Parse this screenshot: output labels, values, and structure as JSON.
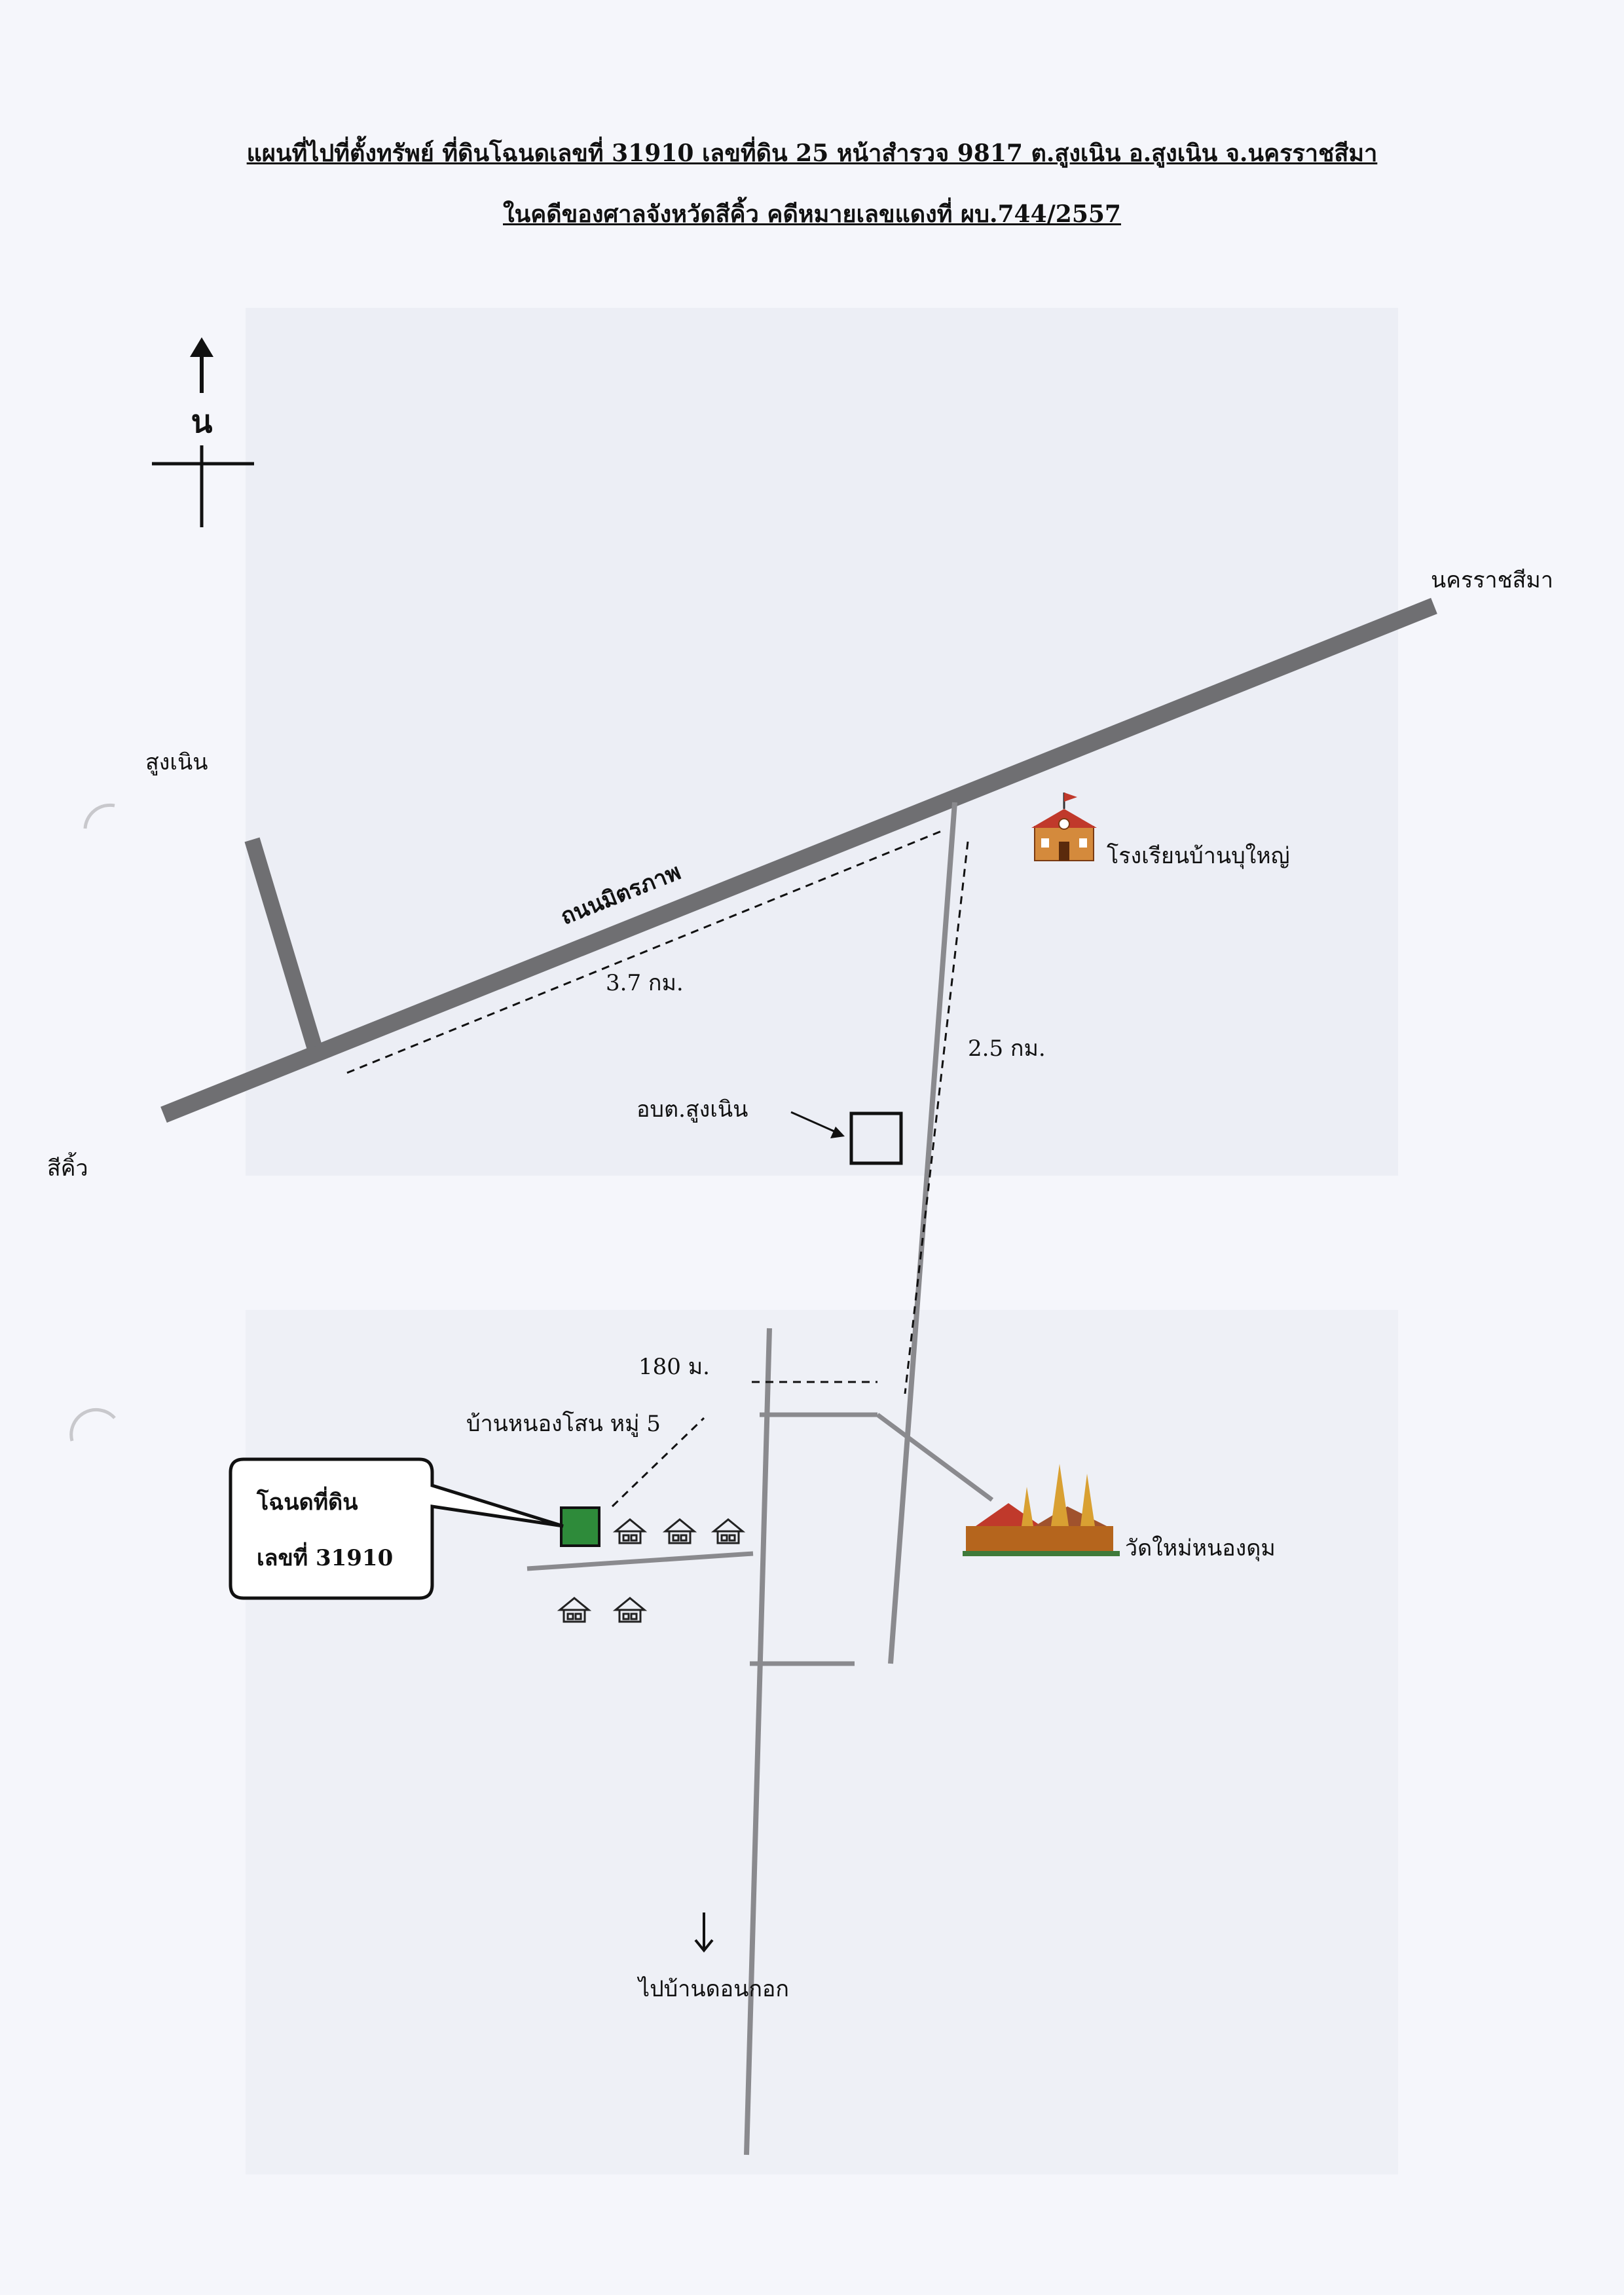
{
  "header": {
    "title_line1": "แผนที่ไปที่ตั้งทรัพย์ ที่ดินโฉนดเลขที่ 31910 เลขที่ดิน 25 หน้าสำรวจ 9817 ต.สูงเนิน อ.สูงเนิน จ.นครราชสีมา",
    "title_line2": "ในคดีของศาลจังหวัดสีคิ้ว คดีหมายเลขแดงที่ ผบ.744/2557"
  },
  "compass": {
    "north_label": "น"
  },
  "places": {
    "nakhon_ratchasima": "นครราชสีมา",
    "sung_noen": "สูงเนิน",
    "sikhio": "สีคิ้ว",
    "road_name": "ถนนมิตรภาพ",
    "school": "โรงเรียนบ้านบุใหญ่",
    "tambon_office": "อบต.สูงเนิน",
    "village": "บ้านหนองโสน หมู่ 5",
    "temple": "วัดใหม่หนองดุม",
    "to_village": "ไปบ้านดอนกอก"
  },
  "distances": {
    "d1": "3.7 กม.",
    "d2": "2.5 กม.",
    "d3": "180 ม."
  },
  "parcel": {
    "line1": "โฉนดที่ดิน",
    "line2": "เลขที่ 31910"
  },
  "colors": {
    "highway": "#6f6f72",
    "road": "#8a8a8e",
    "parcel_fill": "#2e8b3a",
    "school_roof": "#c0392b",
    "temple_gold": "#d9a032"
  },
  "icons": [
    "north-arrow-icon",
    "school-icon",
    "temple-icon",
    "house-icon",
    "down-arrow-icon"
  ]
}
